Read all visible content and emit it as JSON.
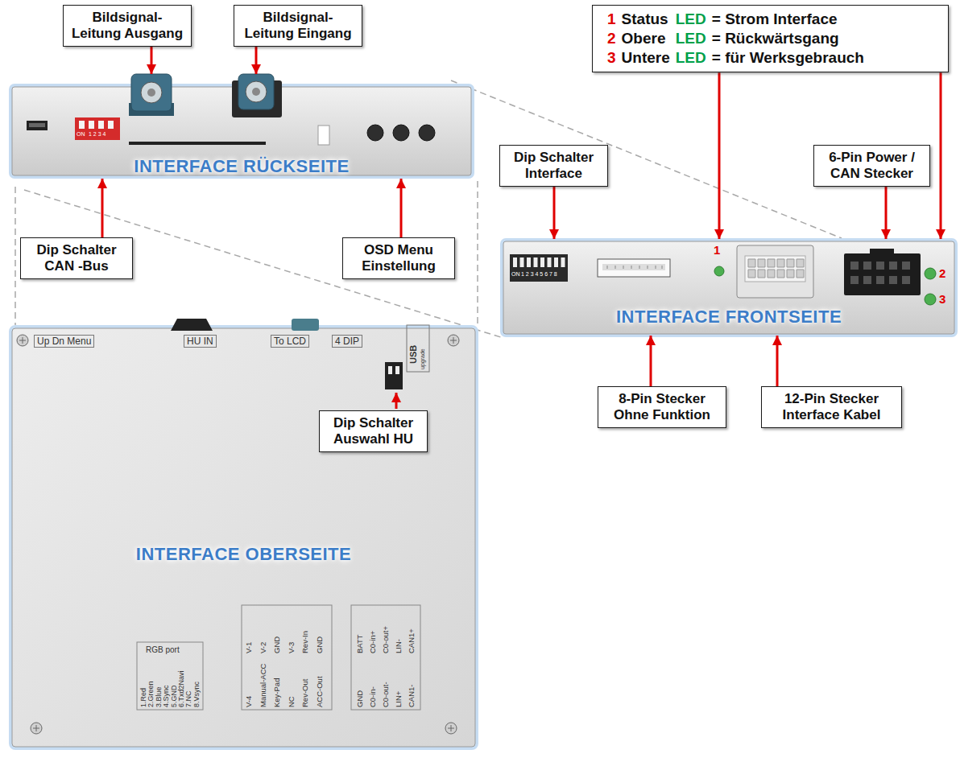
{
  "diagram": {
    "nodes": [
      {
        "text": [
          "Bildsignal- Leitung Ausgang"
        ]
      },
      {
        "text": [
          "Bildsignal- Leitung Eingang"
        ]
      },
      {
        "text": [
          "1",
          "Status",
          "LED",
          "= Strom Interface",
          "2",
          "Obere",
          "LED",
          "= Rückwärtsgang",
          "3",
          "Untere",
          "LED",
          "= für Werksgebrauch"
        ]
      },
      {
        "text": [
          "Dip Schalter Interface"
        ]
      },
      {
        "text": [
          "6-Pin Power / CAN Stecker"
        ]
      },
      {
        "text": [
          "INTERFACE RÜCKSEITE"
        ]
      },
      {
        "text": [
          "Dip Schalter CAN -Bus"
        ]
      },
      {
        "text": [
          "OSD Menu Einstellung"
        ]
      },
      {
        "text": [
          "INTERFACE FRONTSEITE"
        ]
      },
      {
        "text": [
          "8-Pin Stecker Ohne Funktion"
        ]
      },
      {
        "text": [
          "12-Pin Stecker Interface Kabel"
        ]
      },
      {
        "text": [
          "INTERFACE OBERSEITE"
        ]
      },
      {
        "text": [
          "Dip Schalter Auswahl HU"
        ],
        "in": 11
      }
    ],
    "edges": [
      {
        "from": 0,
        "to": 5,
        "arrow": "to"
      },
      {
        "from": 1,
        "to": 5,
        "arrow": "to"
      },
      {
        "from": 2,
        "to": 8,
        "arrow": "to"
      },
      {
        "from": 2,
        "to": 8,
        "arrow": "to"
      },
      {
        "from": 3,
        "to": 8,
        "arrow": "to"
      },
      {
        "from": 4,
        "to": 8,
        "arrow": "to"
      },
      {
        "from": 6,
        "to": 5,
        "arrow": "to"
      },
      {
        "from": 7,
        "to": 5,
        "arrow": "to"
      },
      {
        "from": 9,
        "to": 8,
        "arrow": "to"
      },
      {
        "from": 10,
        "to": 8,
        "arrow": "to"
      }
    ],
    "labels": [
      "1",
      "2",
      "3",
      "ON",
      "1 2 3 4 5 6 7 8",
      "ON",
      "1 2 3 4",
      "Up Dn Menu",
      "HU IN",
      "To LCD",
      "4 DIP",
      "USB",
      "upgrade",
      "RGB port",
      "1.Red",
      "2.Green",
      "3.Blue",
      "4.Sync",
      "5.GND",
      "6.Txd2Navi",
      "7.NC",
      "8.Vsync",
      "V-1",
      "V-2",
      "GND",
      "V-3",
      "Rev-In",
      "GND",
      "V-4",
      "Manual-ACC",
      "Key-Pad",
      "NC",
      "Rev-Out",
      "ACC-Out",
      "BATT",
      "C0-in+",
      "C0-out+",
      "LIN-",
      "CAN1+",
      "GND",
      "C0-in-",
      "C0-out-",
      "LIN+",
      "CAN1-"
    ]
  }
}
